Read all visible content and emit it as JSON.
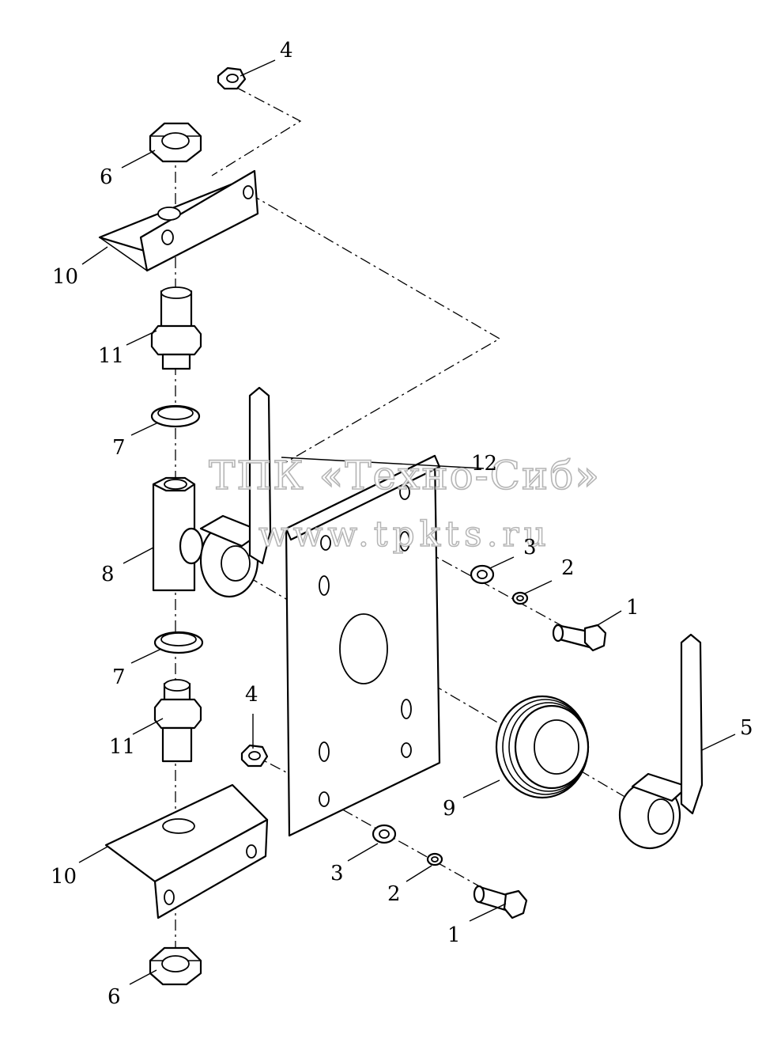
{
  "watermark": {
    "line1": "ТПК «Техно-Сиб»",
    "line2": "www.tpkts.ru"
  },
  "callouts": {
    "c4_top": "4",
    "c6_top": "6",
    "c10_top": "10",
    "c11_top": "11",
    "c7_top": "7",
    "c12": "12",
    "c8": "8",
    "c3_right": "3",
    "c2_right": "2",
    "c1_right": "1",
    "c7_bottom": "7",
    "c5": "5",
    "c4_mid": "4",
    "c11_bottom": "11",
    "c9": "9",
    "c10_bottom": "10",
    "c3_bottom": "3",
    "c2_bottom": "2",
    "c1_bottom": "1",
    "c6_bottom": "6"
  },
  "colors": {
    "line": "#000000",
    "background": "#ffffff",
    "watermark_outline": "#b5b5b5"
  }
}
